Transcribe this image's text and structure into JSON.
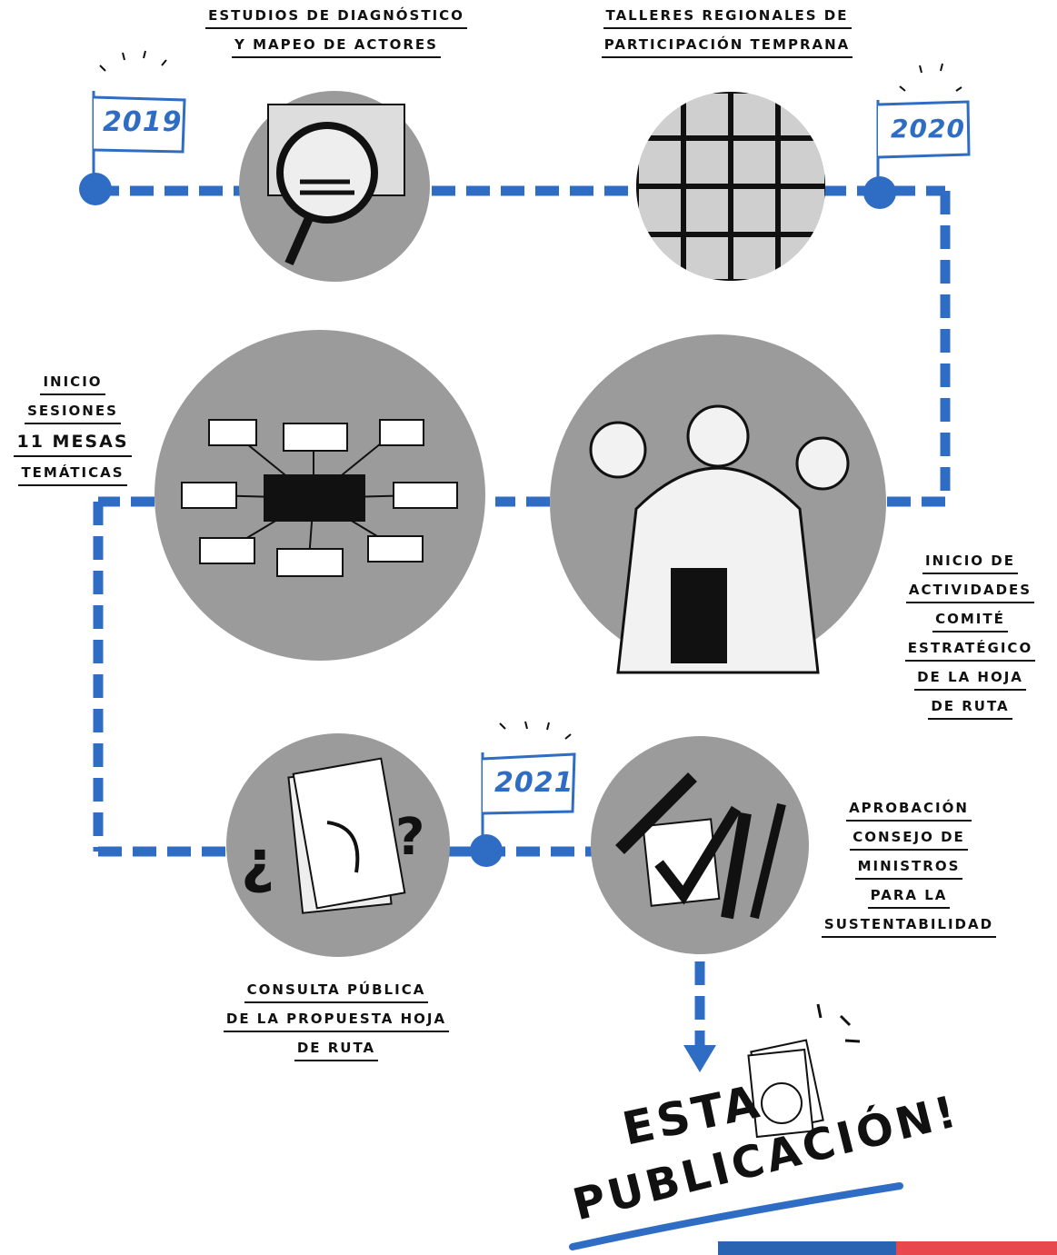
{
  "colors": {
    "timeline_blue": "#2f6dc4",
    "circle_gray": "#9b9b9b",
    "flag_blue": "#2b63b3",
    "flag_red": "#e8474d"
  },
  "years": {
    "y2019": "2019",
    "y2020": "2020",
    "y2021": "2021"
  },
  "milestones": {
    "estudios": [
      "ESTUDIOS DE DIAGNÓSTICO",
      "Y MAPEO DE ACTORES"
    ],
    "talleres": [
      "TALLERES REGIONALES DE",
      "PARTICIPACIÓN TEMPRANA"
    ],
    "mesas": [
      "INICIO",
      "SESIONES",
      "11 MESAS",
      "TEMÁTICAS"
    ],
    "comite": [
      "INICIO DE",
      "ACTIVIDADES",
      "COMITÉ",
      "ESTRATÉGICO",
      "DE LA HOJA",
      "DE RUTA"
    ],
    "consulta": [
      "CONSULTA PÚBLICA",
      "DE LA PROPUESTA HOJA",
      "DE RUTA"
    ],
    "aprobacion": [
      "APROBACIÓN",
      "CONSEJO DE",
      "MINISTROS",
      "PARA LA",
      "SUSTENTABILIDAD"
    ]
  },
  "final": {
    "line1": "ESTA",
    "line2": "PUBLICACIÓN!"
  },
  "icons": [
    "magnifier-icon",
    "video-call-grid-icon",
    "network-icon",
    "group-people-icon",
    "document-question-icon",
    "checkmark-pens-icon",
    "publication-icon"
  ]
}
